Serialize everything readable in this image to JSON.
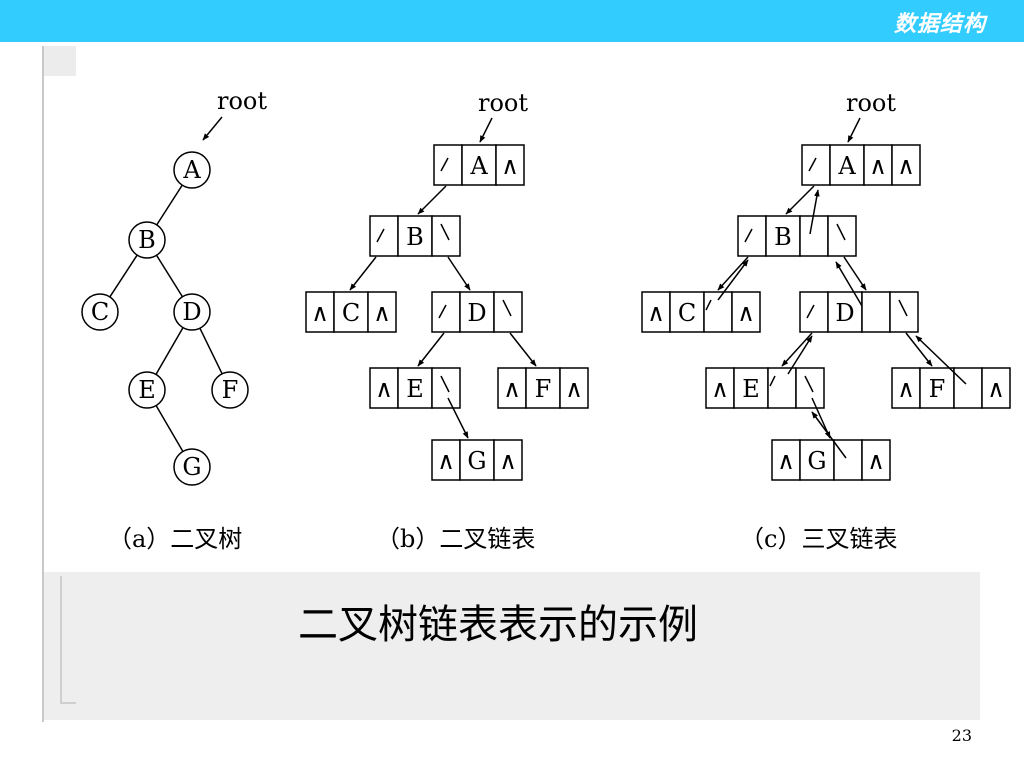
{
  "header": {
    "course_title": "数据结构"
  },
  "diagram": {
    "root_label": "root",
    "null_symbol": "∧",
    "nodes": [
      "A",
      "B",
      "C",
      "D",
      "E",
      "F",
      "G"
    ],
    "subfigures": {
      "a": {
        "label": "（a）二叉树"
      },
      "b": {
        "label": "（b）二叉链表"
      },
      "c": {
        "label": "（c）三叉链表"
      }
    }
  },
  "caption": "二叉树链表表示的示例",
  "page_number": "23",
  "colors": {
    "header_bar": "#33ccff",
    "panel": "#eeeeee"
  }
}
